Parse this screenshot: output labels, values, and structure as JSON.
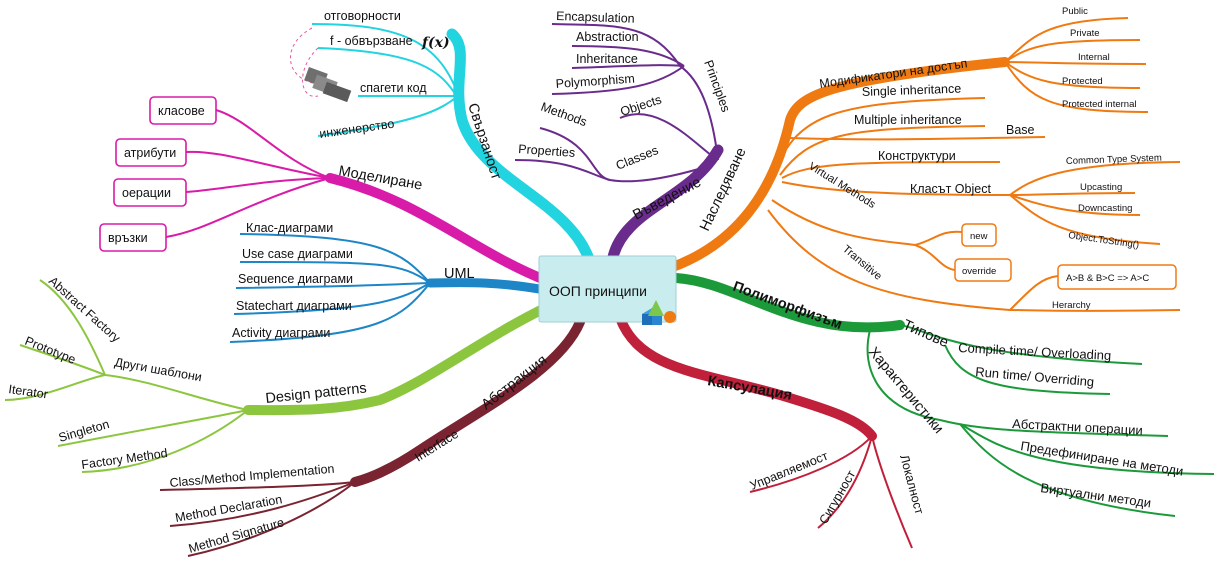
{
  "central": {
    "label": "ООП принципи"
  },
  "colors": {
    "cyan": "#22d3e0",
    "purple": "#6a2c8c",
    "orange": "#f07a12",
    "green": "#1c9a3a",
    "crimson": "#c0203a",
    "maroon": "#7a2432",
    "lime": "#8cc63f",
    "blue": "#1e86c6",
    "magenta": "#d81ba8"
  },
  "branches": {
    "vavedenie": {
      "label": "Въведение",
      "principles": {
        "label": "Principles",
        "items": [
          "Encapsulation",
          "Abstraction",
          "Inheritance",
          "Polymorphism"
        ]
      },
      "classes": {
        "label": "Classes",
        "items": [
          "Objects",
          "Methods",
          "Properties"
        ]
      }
    },
    "svarzanost": {
      "label": "Свързаност",
      "items": [
        "отговорности",
        "f - обвързване",
        "спагети код",
        "инженерство"
      ],
      "formula": "f(x)"
    },
    "modelirane": {
      "label": "Моделиране",
      "items": [
        "класове",
        "атрибути",
        "оерации",
        "връзки"
      ]
    },
    "uml": {
      "label": "UML",
      "items": [
        "Клас-диаграми",
        "Use case диаграми",
        "Sequence диаграми",
        "Statechart диаграми",
        "Activity диаграми"
      ]
    },
    "design_patterns": {
      "label": "Design patterns",
      "drugi": {
        "label": "Други шаблони",
        "items": [
          "Abstract Factory",
          "Prototype",
          "Iterator"
        ]
      },
      "items": [
        "Singleton",
        "Factory Method"
      ]
    },
    "abstrakcia": {
      "label": "Абстракция",
      "interface": {
        "label": "Interface",
        "items": [
          "Class/Method Implementation",
          "Method Declaration",
          "Method Signature"
        ]
      }
    },
    "kapsulacia": {
      "label": "Капсулация",
      "items": [
        "Управляемост",
        "Сигурност",
        "Локалност"
      ]
    },
    "polimorfizam": {
      "label": "Полиморфизъм",
      "tipove": {
        "label": "Типове",
        "items": [
          "Compile  time/ Overloading",
          "Run time/ Overriding"
        ]
      },
      "harakteristiki": {
        "label": "Характеристики",
        "items": [
          "Абстрактни операции",
          "Предефиниране на методи",
          "Виртуални методи"
        ]
      }
    },
    "nasledyavane": {
      "label": "Наследяване",
      "modifikatori": {
        "label": "Модификатори на достъп",
        "items": [
          "Public",
          "Private",
          "Internal",
          "Protected",
          "Protected internal"
        ]
      },
      "single": "Single inheritance",
      "multiple": "Multiple inheritance",
      "base": "Base",
      "konstruktori": "Конструктури",
      "klasat_object": {
        "label": "Класът Object",
        "items": [
          "Common Type System",
          "Upcasting",
          "Downcasting",
          "Object.ToString()"
        ]
      },
      "virtual_methods": {
        "label": "Virtual Methods",
        "items": [
          "new",
          "override"
        ]
      },
      "transitive": {
        "label": "Transitive",
        "items": [
          "A>B & B>C => A>C",
          "Herarchy"
        ]
      }
    }
  }
}
